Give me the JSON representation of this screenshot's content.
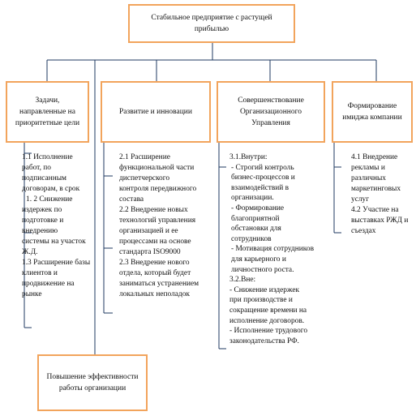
{
  "root": {
    "lines": [
      "Стабильное предприятие с растущей",
      "прибылью"
    ]
  },
  "boxes": {
    "goals": {
      "lines": [
        "Задачи,",
        "направленные на",
        "приоритетные цели"
      ]
    },
    "development": {
      "lines": [
        "Развитие и инновации"
      ]
    },
    "management": {
      "lines": [
        "Совершенствование",
        "Организационного",
        "Управления"
      ]
    },
    "image": {
      "lines": [
        "Формирование",
        "имиджа компании"
      ]
    },
    "efficiency": {
      "lines": [
        "Повышение эффективности",
        "работы организации"
      ]
    }
  },
  "details": {
    "goals": [
      "1.1 Исполнение",
      "работ, по",
      "подписанным",
      "договорам, в срок",
      "1. 2 Снижение",
      "издержек по",
      "подготовке и",
      "внедрению",
      "системы на участок",
      "Ж.Д.",
      "1.3 Расширение базы",
      "клиентов и",
      "продвижение на",
      "рынке"
    ],
    "development": [
      "2.1 Расширение",
      "функциональной части",
      "диспетчерского",
      "контроля передвижного",
      "состава",
      "2.2 Внедрение новых",
      "технологий управления",
      "организацией и ее",
      "процессами на основе",
      "стандарта ISO9000",
      "2.3 Внедрение нового",
      "отдела, который будет",
      "заниматься устранением",
      "локальных неполадок"
    ],
    "management": [
      "3.1.Внутри:",
      "- Строгий контроль",
      "бизнес-процессов и",
      "взаимодействий в",
      "организации.",
      "- Формирование",
      "благоприятной",
      "обстановки для",
      "сотрудников",
      "- Мотивация сотрудников",
      "для карьерного и",
      "личностного роста.",
      "3.2.Вне:",
      "- Снижение  издержек",
      "при производстве и",
      "сокращение времени на",
      "исполнение договоров.",
      "- Исполнение трудового",
      "законодательства РФ."
    ],
    "image": [
      "4.1 Внедрение",
      "рекламы и",
      "различных",
      "маркетинговых",
      "услуг",
      "4.2 Участие на",
      "выставках  РЖД и",
      "съездах"
    ]
  }
}
